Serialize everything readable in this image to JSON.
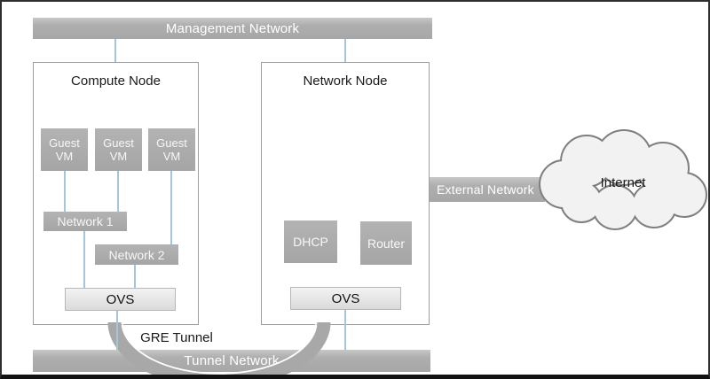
{
  "bars": {
    "management": "Management Network",
    "tunnel": "Tunnel Network",
    "external": "External Network"
  },
  "compute_node": {
    "title": "Compute Node",
    "vms": [
      "Guest VM",
      "Guest VM",
      "Guest VM"
    ],
    "network1": "Network 1",
    "network2": "Network 2",
    "ovs": "OVS"
  },
  "network_node": {
    "title": "Network Node",
    "dhcp": "DHCP",
    "router": "Router",
    "ovs": "OVS"
  },
  "labels": {
    "gre_tunnel": "GRE Tunnel",
    "internet": "Internet"
  },
  "colors": {
    "bar_gray": "#a7a7a7",
    "box_gray": "#a8a8a8",
    "ovs_fill": "#e6e6e6",
    "connector_blue": "#a3c6da",
    "arc_gray": "#a8a8a8",
    "cloud_fill": "#f2f2f2",
    "cloud_stroke": "#7f7f7f",
    "frame_border": "#2e2e2e"
  }
}
